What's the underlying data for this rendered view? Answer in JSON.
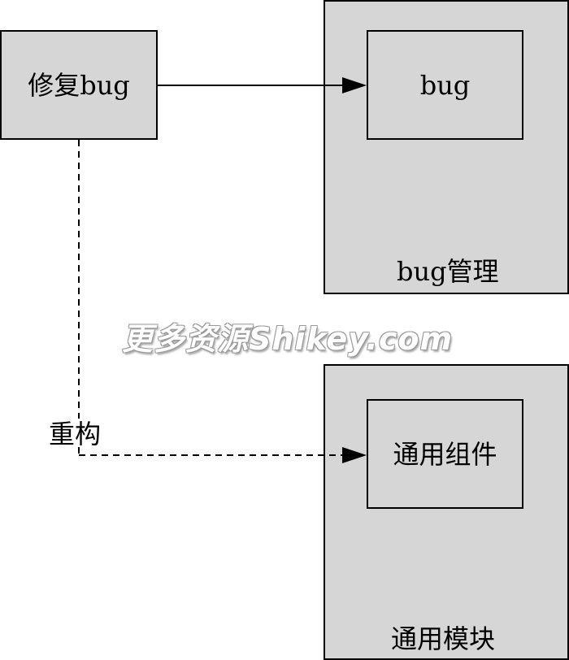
{
  "nodes": {
    "fix_bug": "修复bug",
    "bug": "bug",
    "bug_module": "bug管理",
    "common_component": "通用组件",
    "common_module": "通用模块"
  },
  "edges": {
    "refactor": "重构"
  },
  "watermark": "更多资源Shikey.com",
  "colors": {
    "box_fill": "#d6d6d6",
    "line": "#000000"
  }
}
